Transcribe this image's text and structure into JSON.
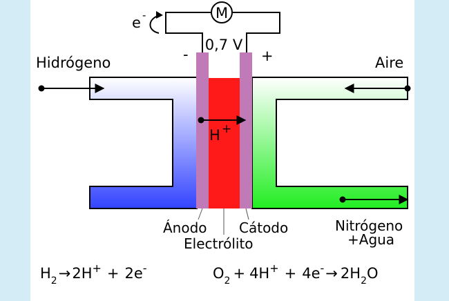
{
  "diagram": {
    "electron_label": "e",
    "electron_sup": "-",
    "motor_label": "M",
    "voltage": "0,7 V",
    "minus_sign": "-",
    "plus_sign": "+",
    "hydrogen_label": "Hidrógeno",
    "air_label": "Aire",
    "proton_label": "H",
    "proton_sup": "+",
    "anode_label": "Ánodo",
    "electrolyte_label": "Electrólito",
    "cathode_label": "Cátodo",
    "output_label_1": "Nitrógeno",
    "output_label_2": "+Agua"
  },
  "equations": {
    "left": {
      "h": "H",
      "h_sub": "2",
      "arrow_1": "→",
      "coef_1": "2H",
      "sup_1": "+",
      "plus_1": "+",
      "coef_2": "2e",
      "sup_2": "-"
    },
    "right": {
      "o": "O",
      "o_sub": "2",
      "plus_1": "+",
      "coef_1": "4H",
      "sup_1": "+",
      "plus_2": "+",
      "coef_2": "4e",
      "sup_2": "-",
      "arrow_1": "→",
      "product": "2H",
      "product_sub": "2",
      "product_tail": "O"
    }
  },
  "colors": {
    "background": "#d3ecf6",
    "panel": "#ffffff",
    "hydrogen_channel": "#3344ff",
    "air_channel": "#22ee22",
    "electrode": "#c07ab8",
    "electrolyte": "#ff1a1a"
  }
}
